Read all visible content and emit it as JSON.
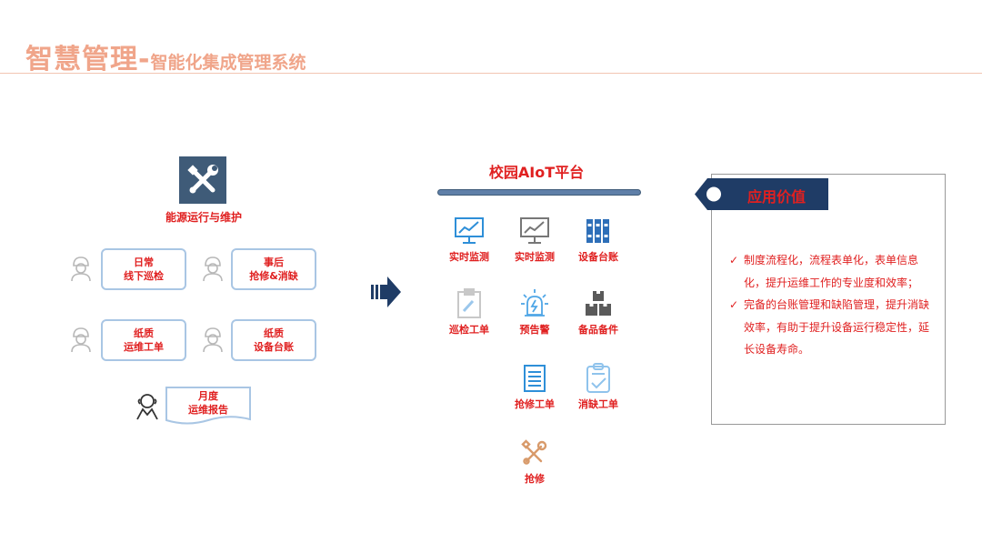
{
  "header": {
    "title_main": "智慧管理-",
    "title_sub": "智能化集成管理系统"
  },
  "left": {
    "title": "能源运行与维护",
    "boxes": [
      {
        "line1": "日常",
        "line2": "线下巡检"
      },
      {
        "line1": "事后",
        "line2": "抢修&消缺"
      },
      {
        "line1": "纸质",
        "line2": "运维工单"
      },
      {
        "line1": "纸质",
        "line2": "设备台账"
      }
    ],
    "report": {
      "line1": "月度",
      "line2": "运维报告"
    }
  },
  "platform": {
    "title": "校园AIoT平台",
    "items": [
      {
        "label": "实时监测",
        "icon": "monitor-chart-icon"
      },
      {
        "label": "实时监测",
        "icon": "monitor-chart-icon"
      },
      {
        "label": "设备台账",
        "icon": "binders-icon"
      },
      {
        "label": "巡检工单",
        "icon": "clipboard-pen-icon"
      },
      {
        "label": "预告警",
        "icon": "alarm-light-icon"
      },
      {
        "label": "备品备件",
        "icon": "boxes-icon"
      },
      {
        "label": "抢修工单",
        "icon": "document-list-icon"
      },
      {
        "label": "消缺工单",
        "icon": "clipboard-check-icon"
      },
      {
        "label": "抢修",
        "icon": "tools-icon"
      }
    ]
  },
  "value": {
    "tag": "应用价值",
    "items": [
      {
        "check": "✓",
        "text": "制度流程化，流程表单化，表单信息化，提升运维工作的专业度和效率；"
      },
      {
        "check": "✓",
        "text": "完备的台账管理和缺陷管理，提升消缺效率，有助于提升设备运行稳定性，延长设备寿命。"
      }
    ]
  },
  "colors": {
    "title": "#F0A58A",
    "accent_red": "#E02020",
    "navy": "#3F5B78",
    "box_border": "#A9C6E4",
    "icon_blue": "#2E8FD8",
    "icon_gray": "#8A8A8A"
  }
}
